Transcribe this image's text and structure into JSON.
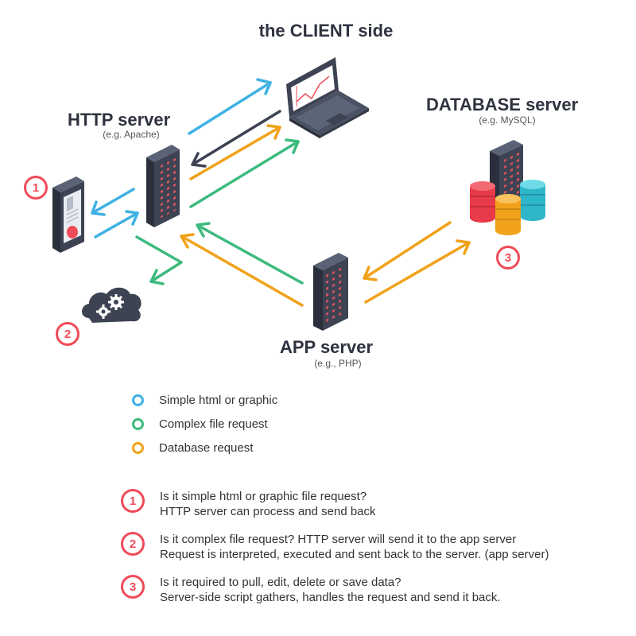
{
  "nodes": {
    "client": {
      "title": "the CLIENT side"
    },
    "http": {
      "title": "HTTP server",
      "subtitle": "(e.g. Apache)"
    },
    "database": {
      "title": "DATABASE server",
      "subtitle": "(e.g. MySQL)"
    },
    "app": {
      "title": "APP server",
      "subtitle": "(e.g., PHP)"
    }
  },
  "badges": {
    "one": "1",
    "two": "2",
    "three": "3"
  },
  "legend": [
    {
      "label": "Simple html or graphic",
      "color": "#3fb1e3"
    },
    {
      "label": "Complex file request",
      "color": "#3dba7e"
    },
    {
      "label": "Database request",
      "color": "#f0a21a"
    }
  ],
  "notes": [
    {
      "number": "1",
      "line1": "Is it simple html or graphic file request?",
      "line2": "HTTP server can process and send back"
    },
    {
      "number": "2",
      "line1": "Is it complex file request? HTTP server will send it to the app server",
      "line2": "Request is interpreted, executed and sent back to the server.  (app server)"
    },
    {
      "number": "3",
      "line1": "Is it required to pull, edit, delete or save data?",
      "line2": "Server-side script gathers, handles the request and send it back."
    }
  ],
  "colors": {
    "blue": "#3fb1e3",
    "green": "#3dba7e",
    "orange": "#f0a21a",
    "dark": "#3d4352",
    "red": "#ef4b58",
    "teal": "#3fc6d8"
  }
}
